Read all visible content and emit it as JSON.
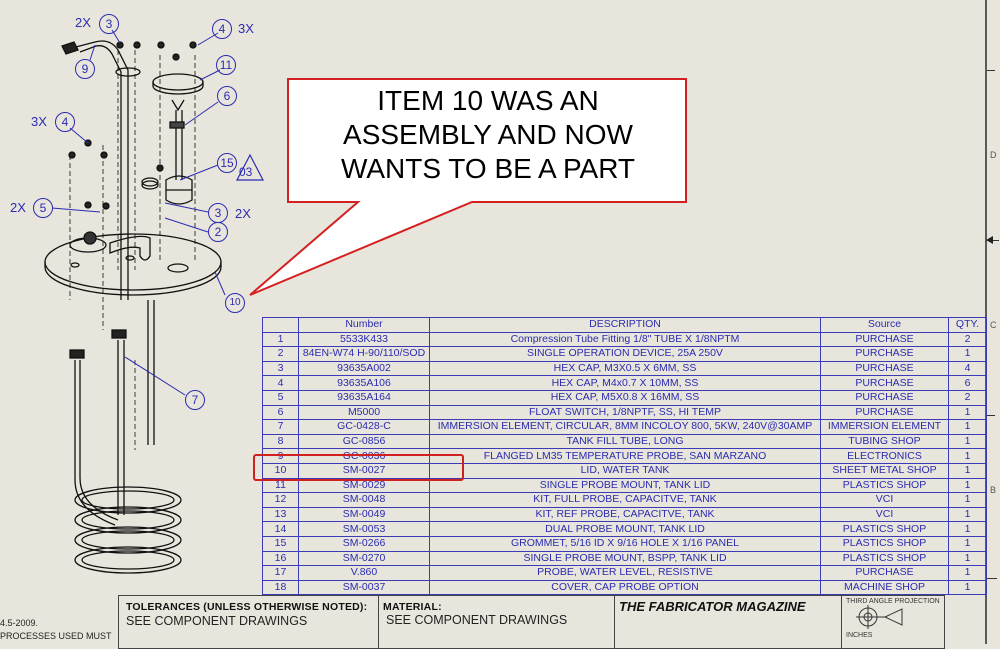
{
  "callout": {
    "lines": [
      "ITEM 10 WAS AN",
      "ASSEMBLY AND NOW",
      "WANTS TO BE A PART"
    ],
    "border_color": "#d42020"
  },
  "highlight": {
    "item": "10",
    "color": "#d02020"
  },
  "zone_letters": {
    "d": "D",
    "c": "C",
    "b": "B"
  },
  "balloons": [
    {
      "num": "3",
      "qty": "2X"
    },
    {
      "num": "4",
      "qty": "3X"
    },
    {
      "num": "9",
      "qty": ""
    },
    {
      "num": "11",
      "qty": ""
    },
    {
      "num": "6",
      "qty": ""
    },
    {
      "num": "4",
      "qty": "3X"
    },
    {
      "num": "15",
      "qty": ""
    },
    {
      "num": "5",
      "qty": "2X"
    },
    {
      "num": "3",
      "qty": "2X"
    },
    {
      "num": "2",
      "qty": ""
    },
    {
      "num": "10",
      "qty": ""
    },
    {
      "num": "7",
      "qty": ""
    }
  ],
  "revision_triangle": "03",
  "bom": {
    "headers": [
      "",
      "Number",
      "DESCRIPTION",
      "Source",
      "QTY."
    ],
    "rows": [
      [
        "1",
        "5533K433",
        "Compression Tube Fitting 1/8\" TUBE X 1/8NPTM",
        "PURCHASE",
        "2"
      ],
      [
        "2",
        "84EN-W74 H-90/110/SOD",
        "SINGLE OPERATION DEVICE, 25A 250V",
        "PURCHASE",
        "1"
      ],
      [
        "3",
        "93635A002",
        "HEX CAP, M3X0.5 X 6MM, SS",
        "PURCHASE",
        "4"
      ],
      [
        "4",
        "93635A106",
        "HEX CAP, M4x0.7 X 10MM, SS",
        "PURCHASE",
        "6"
      ],
      [
        "5",
        "93635A164",
        "HEX CAP, M5X0.8 X 16MM, SS",
        "PURCHASE",
        "2"
      ],
      [
        "6",
        "M5000",
        "FLOAT SWITCH, 1/8NPTF, SS, HI TEMP",
        "PURCHASE",
        "1"
      ],
      [
        "7",
        "GC-0428-C",
        "IMMERSION ELEMENT, CIRCULAR, 8MM INCOLOY 800, 5KW, 240V@30AMP",
        "IMMERSION ELEMENT",
        "1"
      ],
      [
        "8",
        "GC-0856",
        "TANK FILL TUBE, LONG",
        "TUBING SHOP",
        "1"
      ],
      [
        "9",
        "GC-0036",
        "FLANGED LM35 TEMPERATURE PROBE, SAN MARZANO",
        "ELECTRONICS",
        "1"
      ],
      [
        "10",
        "SM-0027",
        "LID, WATER TANK",
        "SHEET METAL SHOP",
        "1"
      ],
      [
        "11",
        "SM-0029",
        "SINGLE PROBE MOUNT, TANK LID",
        "PLASTICS SHOP",
        "1"
      ],
      [
        "12",
        "SM-0048",
        "KIT, FULL PROBE, CAPACITVE, TANK",
        "VCI",
        "1"
      ],
      [
        "13",
        "SM-0049",
        "KIT, REF PROBE, CAPACITVE, TANK",
        "VCI",
        "1"
      ],
      [
        "14",
        "SM-0053",
        "DUAL PROBE MOUNT, TANK LID",
        "PLASTICS SHOP",
        "1"
      ],
      [
        "15",
        "SM-0266",
        "GROMMET, 5/16 ID X 9/16 HOLE X 1/16 PANEL",
        "PLASTICS SHOP",
        "1"
      ],
      [
        "16",
        "SM-0270",
        "SINGLE PROBE MOUNT, BSPP, TANK LID",
        "PLASTICS SHOP",
        "1"
      ],
      [
        "17",
        "V.860",
        "PROBE, WATER LEVEL, RESISTIVE",
        "PURCHASE",
        "1"
      ],
      [
        "18",
        "SM-0037",
        "COVER, CAP PROBE OPTION",
        "MACHINE SHOP",
        "1"
      ]
    ]
  },
  "title_block": {
    "left_note_1": "4.5-2009.",
    "left_note_2": "PROCESSES USED MUST",
    "tolerances_label": "TOLERANCES (UNLESS OTHERWISE NOTED):",
    "tolerances_value": "SEE COMPONENT DRAWINGS",
    "material_label": "MATERIAL:",
    "material_value": "SEE COMPONENT DRAWINGS",
    "company": "THE FABRICATOR MAGAZINE",
    "projection_label": "THIRD ANGLE PROJECTION",
    "units": "INCHES"
  }
}
